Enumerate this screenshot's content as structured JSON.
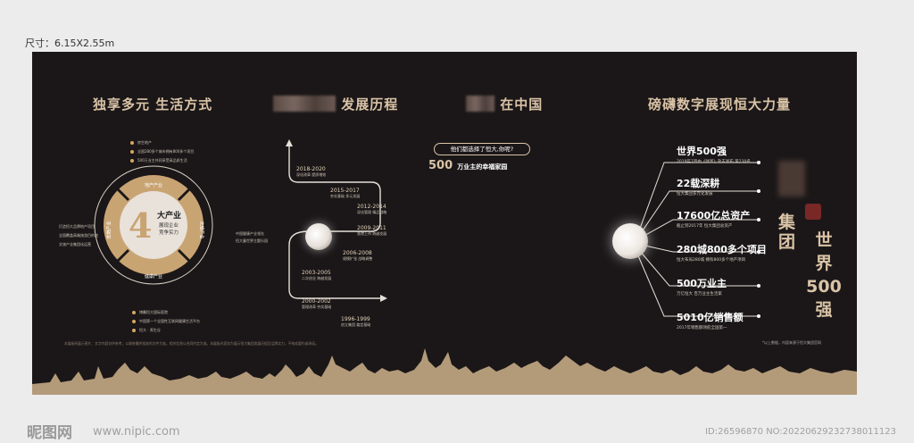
{
  "size_label": "尺寸：6.15X2.55m",
  "section1": {
    "title": "独享多元 生活方式",
    "center_number": "4",
    "center_line1": "大产业",
    "center_line2": "展现企业",
    "center_line3": "竞争实力",
    "segments": [
      "地产产业",
      "健康产业",
      "金融产业",
      "文旅产业"
    ],
    "top_notes": [
      "房生地产",
      "全国280多个城市拥有800多个项目",
      "500万业主共同享受高品质生活"
    ],
    "left_notes": [
      "打造恒大品牌地产项目",
      "全国覆盖高端旅游目的地",
      "文旅产业集团化运营"
    ],
    "right_notes": [
      "中国健康产业领先",
      "恒大童世界主题乐园"
    ],
    "bottom_notes": [
      "博鳌恒大国际医院",
      "中国第一个全国性互联网健康生活平台",
      "恒大 · 养生谷"
    ]
  },
  "section2": {
    "title": "发展历程",
    "years": [
      {
        "label": "2018-2020",
        "desc": "深化改革 提质增效"
      },
      {
        "label": "2015-2017",
        "desc": "夯实基础 多元发展"
      },
      {
        "label": "2012-2014",
        "desc": "深化管理 精品战略"
      },
      {
        "label": "2009-2011",
        "desc": "香港上市 跨越发展"
      },
      {
        "label": "2006-2008",
        "desc": "规模扩张 战略调整"
      },
      {
        "label": "2003-2005",
        "desc": "二次创业 跨越发展"
      },
      {
        "label": "2000-2002",
        "desc": "管理改革 夯实基础"
      },
      {
        "label": "1996-1999",
        "desc": "创立集团 奠定基础"
      }
    ]
  },
  "section3": {
    "title": "在中国",
    "question": "他们都选择了恒大,你呢?",
    "highlight": "500",
    "answer": "万业主的幸福家园"
  },
  "section4": {
    "title": "磅礴数字展现恒大力量",
    "stats": [
      {
        "big": "世界500强",
        "sub": "2019年7月由《财富》杂志发布 第230名"
      },
      {
        "big": "22载深耕",
        "sub": "恒大集团多元化发展"
      },
      {
        "big": "17600亿总资产",
        "sub": "截止到2017年 恒大集团总资产"
      },
      {
        "big": "280城800多个项目",
        "sub": "恒大布局280城 拥有800多个地产项目"
      },
      {
        "big": "500万业主",
        "sub": "万亿恒大 百万业主生活家"
      },
      {
        "big": "5010亿销售额",
        "sub": "2017年销售额领航全国第一"
      }
    ],
    "vertical1": [
      "集",
      "团"
    ],
    "vertical2": [
      "世",
      "界",
      "500",
      "强"
    ],
    "note": "*以上数据，内容来源于恒大集团官网"
  },
  "footnote": "本展板所展示图片、文字内容仅供参考，以政府最终批准的文件为准。相关信息以合同约定为准。本展板内容仅为展示恒大集团发展历程及品牌实力，不构成要约或承诺。",
  "watermark": {
    "logo": "昵图网",
    "url": "www.nipic.com",
    "id": "ID:26596870 NO:20220629232738011123"
  },
  "colors": {
    "board": "#1b1718",
    "gold": "#c9a473",
    "text": "#d9c3a6"
  }
}
